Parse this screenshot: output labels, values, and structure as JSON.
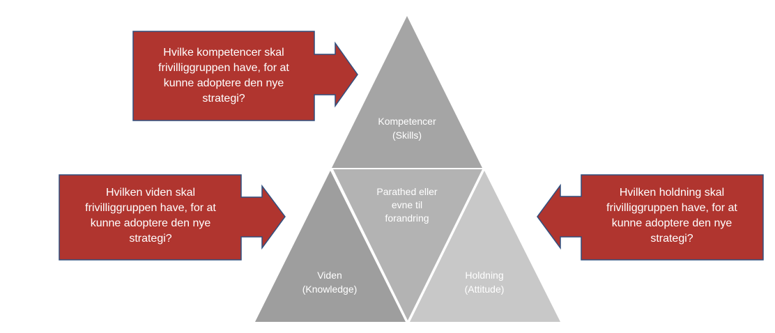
{
  "colors": {
    "triangle_top": "#a5a5a5",
    "triangle_left": "#9e9e9e",
    "triangle_center": "#b3b3b3",
    "triangle_right": "#c8c8c8",
    "callout_fill": "#b0352f",
    "callout_border": "#2f4f7f"
  },
  "pyramid": {
    "top": {
      "line1": "Kompetencer",
      "line2": "(Skills)"
    },
    "center": {
      "line1": "Parathed eller",
      "line2": "evne til",
      "line3": "forandring"
    },
    "left": {
      "line1": "Viden",
      "line2": "(Knowledge)"
    },
    "right": {
      "line1": "Holdning",
      "line2": "(Attitude)"
    }
  },
  "callouts": {
    "skills": {
      "line1": "Hvilke kompetencer skal",
      "line2": "frivilliggruppen have, for at",
      "line3": "kunne adoptere den nye",
      "line4": "strategi?"
    },
    "knowledge": {
      "line1": "Hvilken viden skal",
      "line2": "frivilliggruppen have, for at",
      "line3": "kunne adoptere den nye",
      "line4": "strategi?"
    },
    "attitude": {
      "line1": "Hvilken holdning skal",
      "line2": "frivilliggruppen have, for at",
      "line3": "kunne adoptere den nye",
      "line4": "strategi?"
    }
  }
}
